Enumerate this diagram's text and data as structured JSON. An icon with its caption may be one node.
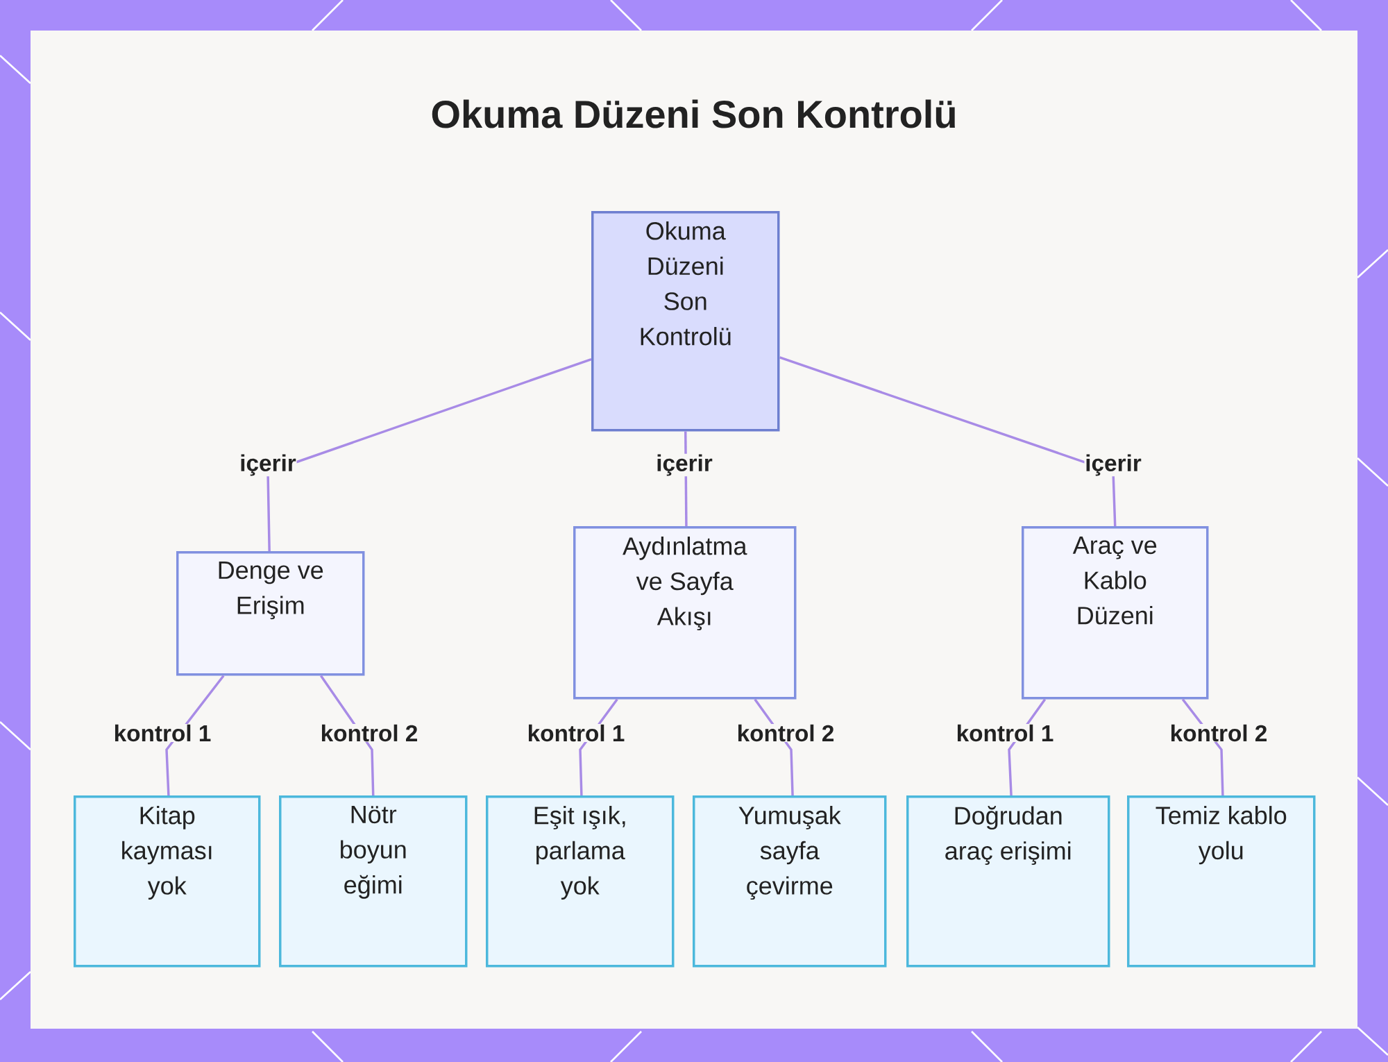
{
  "diagram": {
    "title": "Okuma Düzeni Son Kontrolü",
    "nodes": [
      {
        "text": [
          "Okuma Düzeni Son Kontrolü"
        ]
      },
      {
        "text": [
          "Denge ve Erişim"
        ]
      },
      {
        "text": [
          "Aydınlatma ve Sayfa Akışı"
        ]
      },
      {
        "text": [
          "Araç ve Kablo Düzeni"
        ]
      },
      {
        "text": [
          "Kitap kayması yok"
        ]
      },
      {
        "text": [
          "Nötr boyun eğimi"
        ]
      },
      {
        "text": [
          "Eşit ışık, parlama yok"
        ]
      },
      {
        "text": [
          "Yumuşak sayfa çevirme"
        ]
      },
      {
        "text": [
          "Doğrudan araç erişimi"
        ]
      },
      {
        "text": [
          "Temiz kablo yolu"
        ]
      }
    ],
    "edges": [
      {
        "from": 0,
        "to": 1,
        "arrow": "none",
        "label": "içerir"
      },
      {
        "from": 0,
        "to": 2,
        "arrow": "none",
        "label": "içerir"
      },
      {
        "from": 0,
        "to": 3,
        "arrow": "none",
        "label": "içerir"
      },
      {
        "from": 1,
        "to": 4,
        "arrow": "none",
        "label": "kontrol 1"
      },
      {
        "from": 1,
        "to": 5,
        "arrow": "none",
        "label": "kontrol 2"
      },
      {
        "from": 2,
        "to": 6,
        "arrow": "none",
        "label": "kontrol 1"
      },
      {
        "from": 2,
        "to": 7,
        "arrow": "none",
        "label": "kontrol 2"
      },
      {
        "from": 3,
        "to": 8,
        "arrow": "none",
        "label": "kontrol 1"
      },
      {
        "from": 3,
        "to": 9,
        "arrow": "none",
        "label": "kontrol 2"
      }
    ]
  }
}
